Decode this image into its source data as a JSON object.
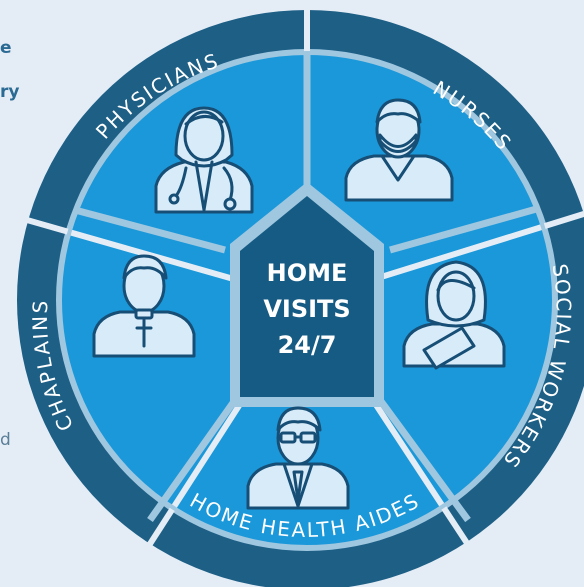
{
  "edge_text": [
    "e",
    "ry",
    "d"
  ],
  "hub": {
    "lines": [
      "HOME",
      "VISITS",
      "24/7"
    ]
  },
  "segments": [
    {
      "role": "PHYSICIANS",
      "icon": "physician-icon"
    },
    {
      "role": "NURSES",
      "icon": "nurse-icon"
    },
    {
      "role": "SOCIAL WORKERS",
      "icon": "social-worker-icon"
    },
    {
      "role": "HOME HEALTH AIDES",
      "icon": "home-health-aide-icon"
    },
    {
      "role": "CHAPLAINS",
      "icon": "chaplain-icon"
    }
  ],
  "colors": {
    "background": "#e4edf6",
    "outer_ring": "#1e5f86",
    "segment_fill": "#1b98d9",
    "divider": "#9fc7e0",
    "hub_fill": "#165b83",
    "icon_fill": "#d7ebf8",
    "icon_stroke": "#164e76"
  }
}
